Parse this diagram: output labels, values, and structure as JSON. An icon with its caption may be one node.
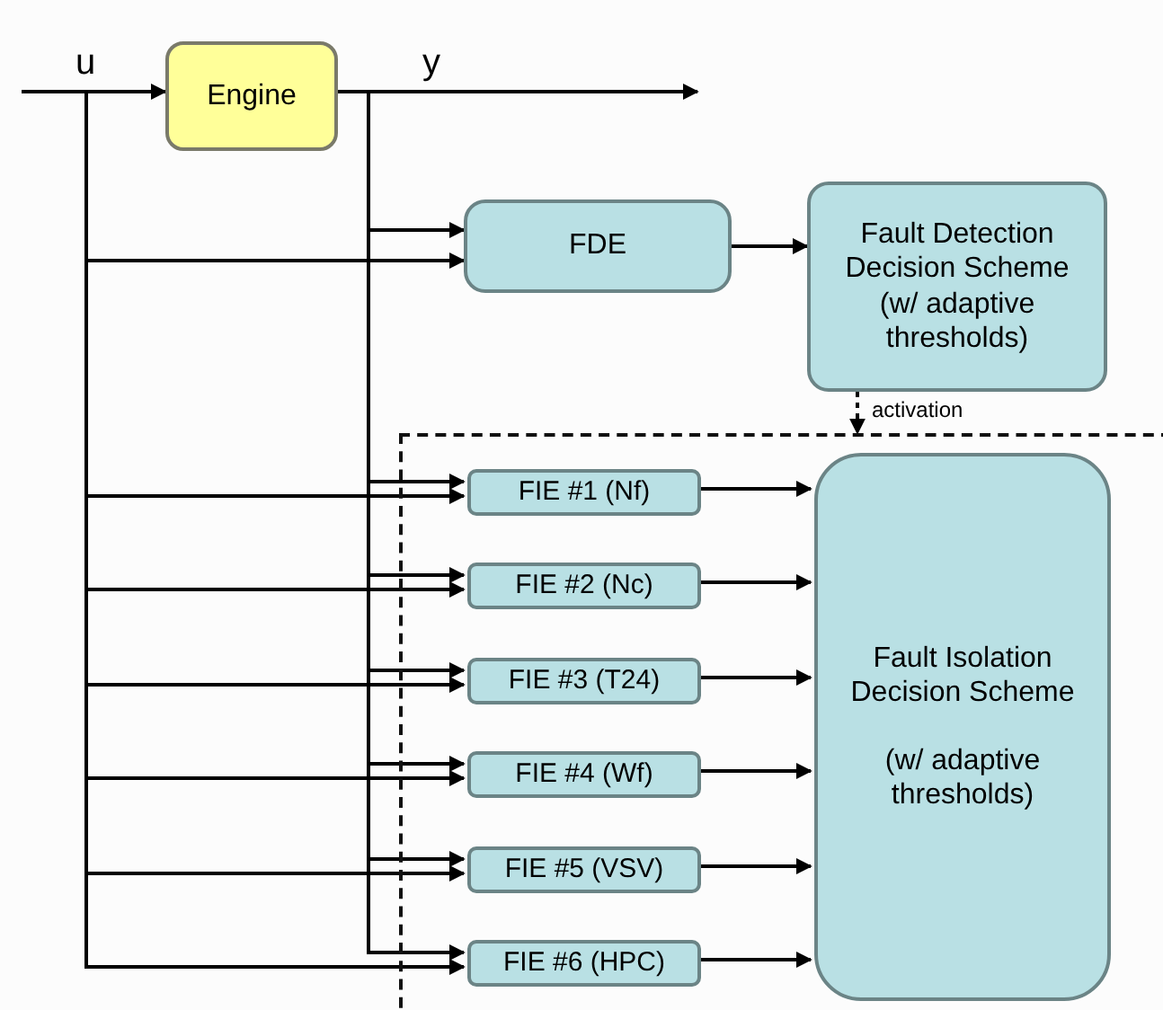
{
  "diagram": {
    "nodes": [
      {
        "text": [
          "Engine"
        ]
      },
      {
        "text": [
          "FDE"
        ]
      },
      {
        "text": [
          "Fault Detection Decision Scheme (w/ adaptive thresholds)"
        ]
      },
      {
        "text": [],
        "shape": "box"
      },
      {
        "text": [
          "FIE #1 (Nf)"
        ],
        "in": 3
      },
      {
        "text": [
          "FIE #2 (Nc)"
        ],
        "in": 3
      },
      {
        "text": [
          "FIE #3 (T24)"
        ],
        "in": 3
      },
      {
        "text": [
          "FIE #4 (Wf)"
        ],
        "in": 3
      },
      {
        "text": [
          "FIE #5 (VSV)"
        ],
        "in": 3
      },
      {
        "text": [
          "FIE #6 (HPC)"
        ],
        "in": 3
      },
      {
        "text": [
          "Fault Isolation Decision Scheme",
          "(w/ adaptive thresholds)"
        ],
        "in": 3
      }
    ],
    "edges": [
      {
        "from": null,
        "to": 0,
        "arrow": "to"
      },
      {
        "from": 0,
        "to": null,
        "arrow": "to"
      },
      {
        "from": 0,
        "to": 1,
        "arrow": "to"
      },
      {
        "from": null,
        "to": 1,
        "arrow": "to"
      },
      {
        "from": 1,
        "to": 2,
        "arrow": "to"
      },
      {
        "from": 2,
        "to": 3,
        "arrow": "to",
        "label": "activation",
        "style": "dashed"
      },
      {
        "from": 0,
        "to": 4,
        "arrow": "to"
      },
      {
        "from": null,
        "to": 4,
        "arrow": "to"
      },
      {
        "from": 0,
        "to": 5,
        "arrow": "to"
      },
      {
        "from": null,
        "to": 5,
        "arrow": "to"
      },
      {
        "from": 0,
        "to": 6,
        "arrow": "to"
      },
      {
        "from": null,
        "to": 6,
        "arrow": "to"
      },
      {
        "from": 0,
        "to": 7,
        "arrow": "to"
      },
      {
        "from": null,
        "to": 7,
        "arrow": "to"
      },
      {
        "from": 0,
        "to": 8,
        "arrow": "to"
      },
      {
        "from": null,
        "to": 8,
        "arrow": "to"
      },
      {
        "from": 0,
        "to": 9,
        "arrow": "to"
      },
      {
        "from": null,
        "to": 9,
        "arrow": "to"
      },
      {
        "from": 4,
        "to": 10,
        "arrow": "to"
      },
      {
        "from": 5,
        "to": 10,
        "arrow": "to"
      },
      {
        "from": 6,
        "to": 10,
        "arrow": "to"
      },
      {
        "from": 7,
        "to": 10,
        "arrow": "to"
      },
      {
        "from": 8,
        "to": 10,
        "arrow": "to"
      },
      {
        "from": 9,
        "to": 10,
        "arrow": "to"
      }
    ],
    "labels": [
      "u",
      "y"
    ]
  }
}
